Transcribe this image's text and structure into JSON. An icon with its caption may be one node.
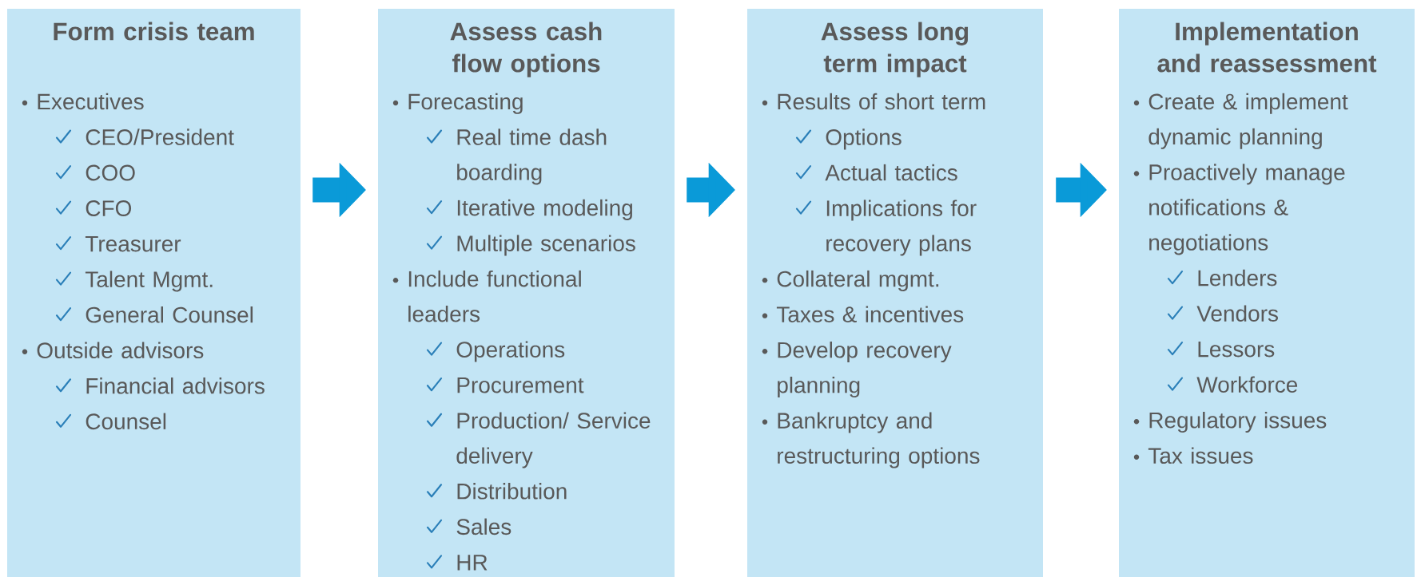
{
  "diagram": {
    "nodes": [
      {
        "text": [
          "Form crisis team",
          "Executives",
          "CEO/President",
          "COO",
          "CFO",
          "Treasurer",
          "Talent Mgmt.",
          "General Counsel",
          "Outside advisors",
          "Financial advisors",
          "Counsel"
        ]
      },
      {
        "text": [
          "Assess cash flow options",
          "Forecasting",
          "Real time dash boarding",
          "Iterative modeling",
          "Multiple scenarios",
          "Include functional leaders",
          "Operations",
          "Procurement",
          "Production/ Service delivery",
          "Distribution",
          "Sales",
          "HR"
        ]
      },
      {
        "text": [
          "Assess long term impact",
          "Results of short term",
          "Options",
          "Actual tactics",
          "Implications for recovery plans",
          "Collateral mgmt.",
          "Taxes & incentives",
          "Develop recovery planning",
          "Bankruptcy and restructuring options"
        ]
      },
      {
        "text": [
          "Implementation and reassessment",
          "Create & implement dynamic planning",
          "Proactively manage notifications & negotiations",
          "Lenders",
          "Vendors",
          "Lessors",
          "Workforce",
          "Regulatory issues",
          "Tax issues"
        ]
      }
    ],
    "edges": [
      {
        "from": 0,
        "to": 1,
        "arrow": "to"
      },
      {
        "from": 1,
        "to": 2,
        "arrow": "to"
      },
      {
        "from": 2,
        "to": 3,
        "arrow": "to"
      }
    ]
  }
}
